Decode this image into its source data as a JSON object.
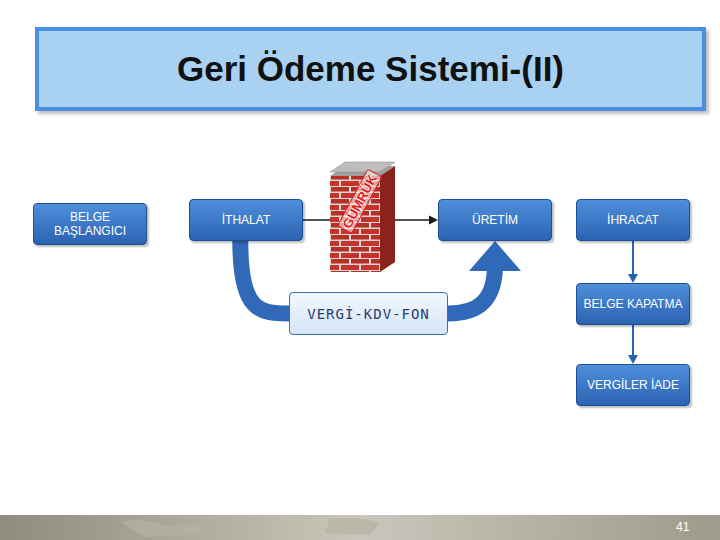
{
  "diagram": {
    "title": "Geri Ödeme Sistemi-(II)",
    "nodes": [
      {
        "text": [
          "BELGE BAŞLANGICI"
        ]
      },
      {
        "text": [
          "İTHALAT"
        ]
      },
      {
        "text": [
          "ÜRETİM"
        ]
      },
      {
        "text": [
          "İHRACAT"
        ]
      },
      {
        "text": [
          "VERGİ-KDV-FON"
        ]
      },
      {
        "text": [
          "BELGE KAPATMA"
        ]
      },
      {
        "text": [
          "VERGİLER İADE"
        ]
      }
    ],
    "edges": [
      {
        "from": 1,
        "to": 2,
        "arrow": "to"
      },
      {
        "from": 1,
        "to": 4,
        "arrow": "none"
      },
      {
        "from": 4,
        "to": 2,
        "arrow": "to"
      },
      {
        "from": 3,
        "to": 5,
        "arrow": "to"
      },
      {
        "from": 5,
        "to": 6,
        "arrow": "to"
      }
    ],
    "labels": [
      "GÜMRÜK",
      "41"
    ]
  }
}
